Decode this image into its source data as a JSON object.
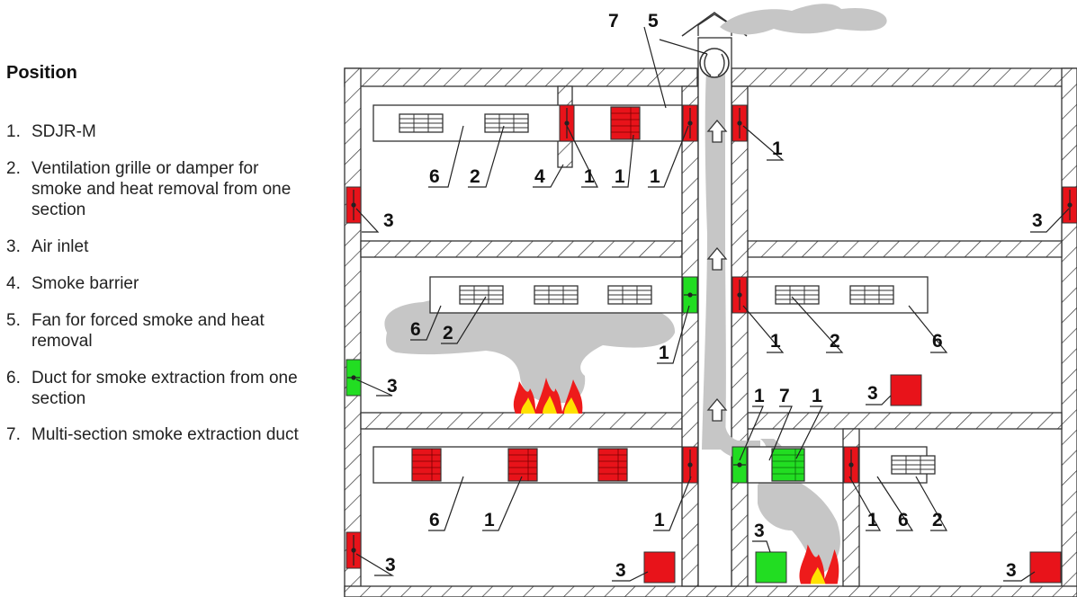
{
  "legend": {
    "title": "Position",
    "items": [
      {
        "num": "1.",
        "text": "SDJR-M"
      },
      {
        "num": "2.",
        "text": "Ventilation grille or damper for smoke and heat removal from one section"
      },
      {
        "num": "3.",
        "text": "Air inlet"
      },
      {
        "num": "4.",
        "text": "Smoke barrier"
      },
      {
        "num": "5.",
        "text": "Fan for forced smoke and heat removal"
      },
      {
        "num": "6.",
        "text": "Duct for smoke extraction from one section"
      },
      {
        "num": "7.",
        "text": "Multi-section smoke extraction duct"
      }
    ]
  },
  "labels": {
    "l1": "1",
    "l2": "2",
    "l3": "3",
    "l4": "4",
    "l5": "5",
    "l6": "6",
    "l7": "7"
  },
  "colors": {
    "damper_closed": "#e8131a",
    "damper_open": "#22dd22",
    "smoke": "#c6c6c6",
    "wall_hatch": "#333333",
    "flame_outer": "#ee1b1b",
    "flame_inner": "#ffe100"
  }
}
